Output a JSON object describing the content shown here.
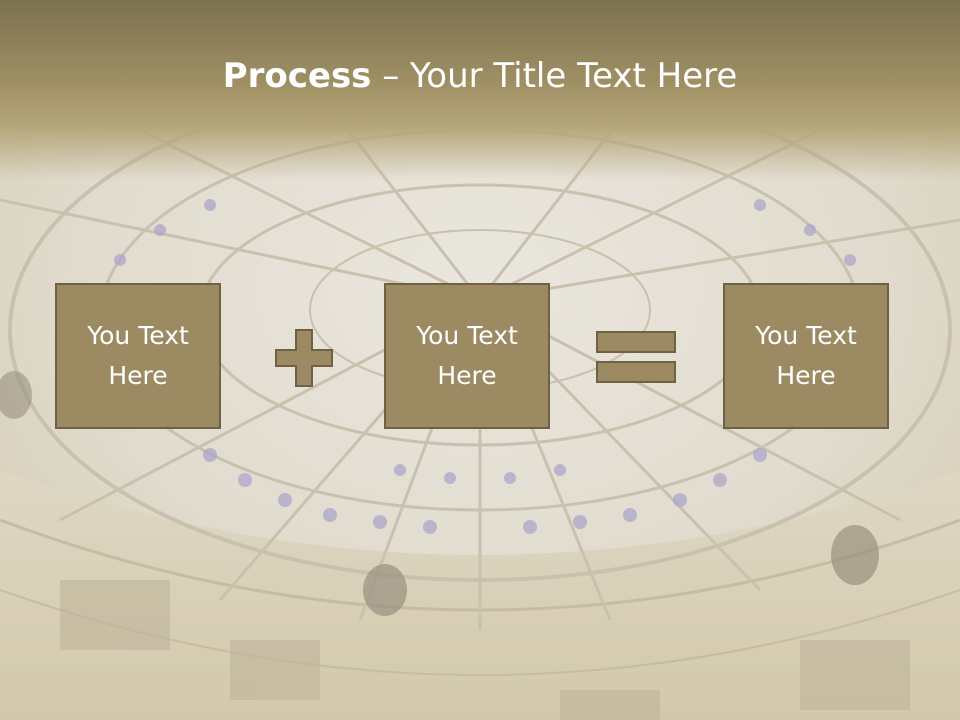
{
  "slide": {
    "title_bold": "Process",
    "title_rest": " – Your Title Text Here",
    "boxes": [
      {
        "label": "You Text Here"
      },
      {
        "label": "You Text Here"
      },
      {
        "label": "You Text Here"
      }
    ],
    "operators": [
      "plus-icon",
      "equals-icon"
    ]
  },
  "colors": {
    "header": "#9e8f63",
    "box_fill": "#9c8b62",
    "box_border": "#6f6244",
    "text": "#ffffff"
  }
}
